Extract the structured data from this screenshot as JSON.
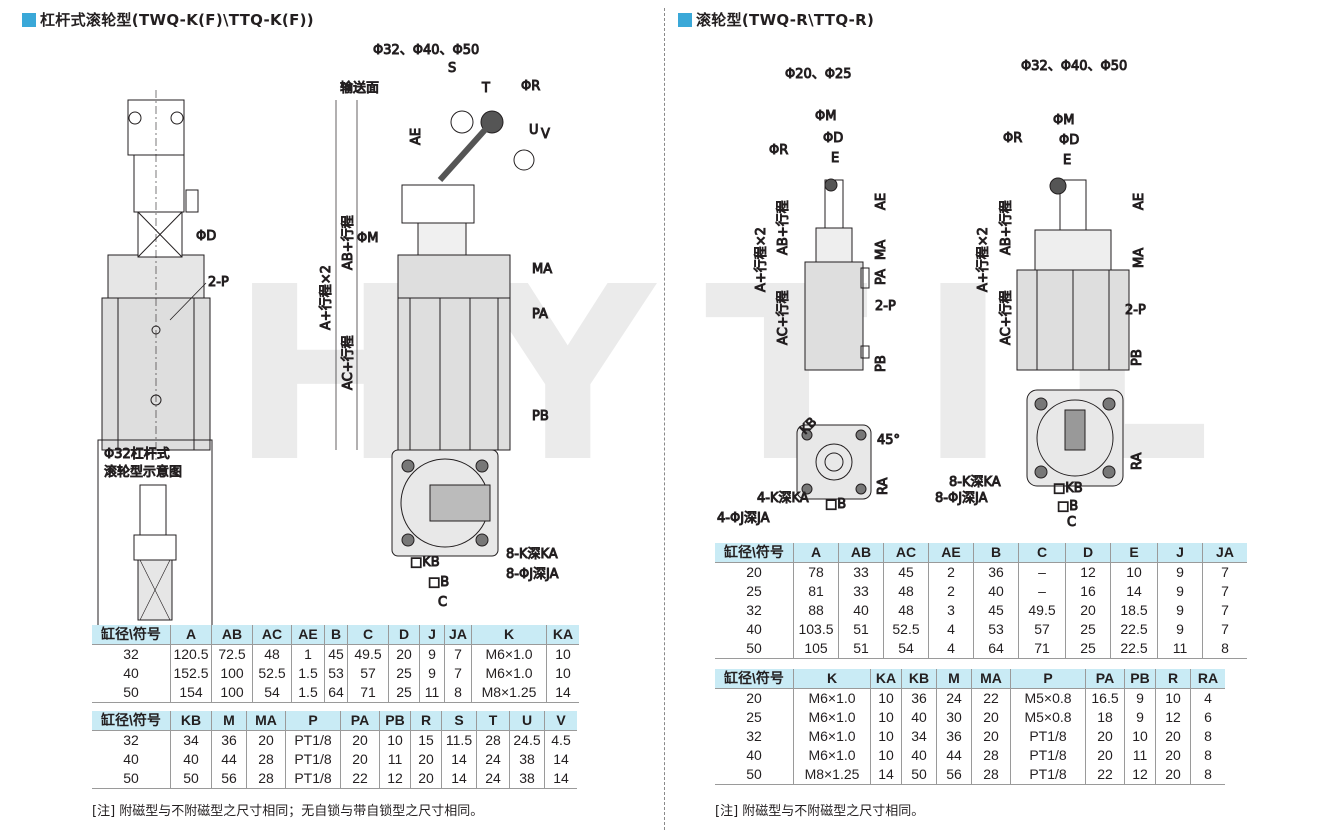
{
  "left": {
    "title": "杠杆式滚轮型(TWQ-K(F)\\TTQ-K(F))",
    "sizes_label": "Φ32、Φ40、Φ50",
    "inset_label_1": "Φ32杠杆式",
    "inset_label_2": "滚轮型示意图",
    "labels": {
      "S": "S",
      "T": "T",
      "R": "ΦR",
      "U": "U",
      "V": "V",
      "conveyor": "输送面",
      "AE": "AE",
      "D": "ΦD",
      "M": "ΦM",
      "P": "2-P",
      "A": "A+行程×2",
      "AB": "AB+行程",
      "AC": "AC+行程",
      "MA": "MA",
      "PA": "PA",
      "PB": "PB",
      "KA": "8-K深KA",
      "JA": "8-ΦJ深JA",
      "KB": "□KB",
      "B": "□B",
      "C": "C"
    },
    "table1": {
      "headers": [
        "缸径\\符号",
        "A",
        "AB",
        "AC",
        "AE",
        "B",
        "C",
        "D",
        "J",
        "JA",
        "K",
        "KA"
      ],
      "rows": [
        [
          "32",
          "120.5",
          "72.5",
          "48",
          "1",
          "45",
          "49.5",
          "20",
          "9",
          "7",
          "M6×1.0",
          "10"
        ],
        [
          "40",
          "152.5",
          "100",
          "52.5",
          "1.5",
          "53",
          "57",
          "25",
          "9",
          "7",
          "M6×1.0",
          "10"
        ],
        [
          "50",
          "154",
          "100",
          "54",
          "1.5",
          "64",
          "71",
          "25",
          "11",
          "8",
          "M8×1.25",
          "14"
        ]
      ]
    },
    "table2": {
      "headers": [
        "缸径\\符号",
        "KB",
        "M",
        "MA",
        "P",
        "PA",
        "PB",
        "R",
        "S",
        "T",
        "U",
        "V"
      ],
      "rows": [
        [
          "32",
          "34",
          "36",
          "20",
          "PT1/8",
          "20",
          "10",
          "15",
          "11.5",
          "28",
          "24.5",
          "4.5"
        ],
        [
          "40",
          "40",
          "44",
          "28",
          "PT1/8",
          "20",
          "11",
          "20",
          "14",
          "24",
          "38",
          "14"
        ],
        [
          "50",
          "50",
          "56",
          "28",
          "PT1/8",
          "22",
          "12",
          "20",
          "14",
          "24",
          "38",
          "14"
        ]
      ]
    },
    "note": "[注] 附磁型与不附磁型之尺寸相同；无自锁与带自锁型之尺寸相同。"
  },
  "right": {
    "title": "滚轮型(TWQ-R\\TTQ-R)",
    "sizes_small": "Φ20、Φ25",
    "sizes_large": "Φ32、Φ40、Φ50",
    "labels": {
      "M": "ΦM",
      "D": "ΦD",
      "E": "E",
      "R": "ΦR",
      "AE": "AE",
      "AB": "AB+行程",
      "A": "A+行程×2",
      "MA": "MA",
      "PA": "PA",
      "AC": "AC+行程",
      "P": "2-P",
      "PB": "PB",
      "KB": "KB",
      "angle": "45°",
      "RA": "RA",
      "K4": "4-K深KA",
      "J4": "4-ΦJ深JA",
      "B": "□B",
      "K8": "8-K深KA",
      "J8": "8-ΦJ深JA",
      "KBs": "□KB",
      "C": "C"
    },
    "table1": {
      "headers": [
        "缸径\\符号",
        "A",
        "AB",
        "AC",
        "AE",
        "B",
        "C",
        "D",
        "E",
        "J",
        "JA"
      ],
      "rows": [
        [
          "20",
          "78",
          "33",
          "45",
          "2",
          "36",
          "–",
          "12",
          "10",
          "9",
          "7"
        ],
        [
          "25",
          "81",
          "33",
          "48",
          "2",
          "40",
          "–",
          "16",
          "14",
          "9",
          "7"
        ],
        [
          "32",
          "88",
          "40",
          "48",
          "3",
          "45",
          "49.5",
          "20",
          "18.5",
          "9",
          "7"
        ],
        [
          "40",
          "103.5",
          "51",
          "52.5",
          "4",
          "53",
          "57",
          "25",
          "22.5",
          "9",
          "7"
        ],
        [
          "50",
          "105",
          "51",
          "54",
          "4",
          "64",
          "71",
          "25",
          "22.5",
          "11",
          "8"
        ]
      ]
    },
    "table2": {
      "headers": [
        "缸径\\符号",
        "K",
        "KA",
        "KB",
        "M",
        "MA",
        "P",
        "PA",
        "PB",
        "R",
        "RA"
      ],
      "rows": [
        [
          "20",
          "M6×1.0",
          "10",
          "36",
          "24",
          "22",
          "M5×0.8",
          "16.5",
          "9",
          "10",
          "4"
        ],
        [
          "25",
          "M6×1.0",
          "10",
          "40",
          "30",
          "20",
          "M5×0.8",
          "18",
          "9",
          "12",
          "6"
        ],
        [
          "32",
          "M6×1.0",
          "10",
          "34",
          "36",
          "20",
          "PT1/8",
          "20",
          "10",
          "20",
          "8"
        ],
        [
          "40",
          "M6×1.0",
          "10",
          "40",
          "44",
          "28",
          "PT1/8",
          "20",
          "11",
          "20",
          "8"
        ],
        [
          "50",
          "M8×1.25",
          "14",
          "50",
          "56",
          "28",
          "PT1/8",
          "22",
          "12",
          "20",
          "8"
        ]
      ]
    },
    "note": "[注] 附磁型与不附磁型之尺寸相同。"
  },
  "watermark": "HYTIL",
  "colors": {
    "accent": "#3aa8d8",
    "header_bg": "#c9ebf5",
    "drawing": "#231f20",
    "body_fill": "#d8d8d8"
  }
}
